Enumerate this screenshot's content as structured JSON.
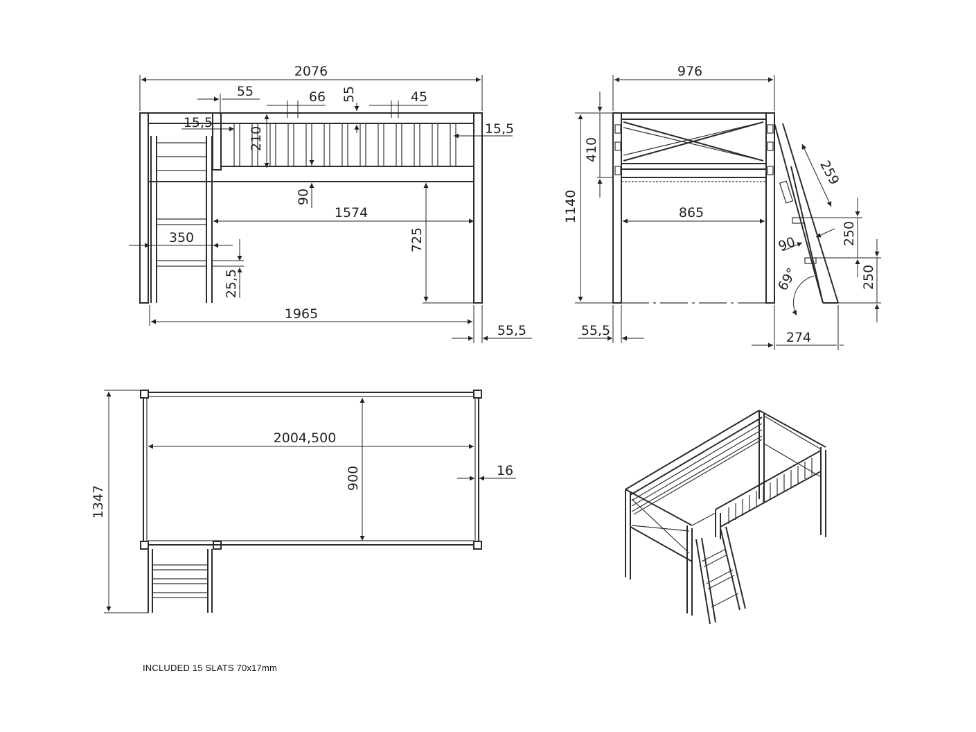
{
  "front_view": {
    "dims": {
      "overall_length": "2076",
      "post_gap": "55",
      "slat_pitch": "66",
      "slat_top": "55",
      "slat_gap": "45",
      "inset_left": "15,5",
      "inset_right": "15,5",
      "rail_height": "210",
      "rail_bottom": "90",
      "inner_length": "1574",
      "ladder_width": "350",
      "under_height": "725",
      "ladder_offset": "25,5",
      "base_length": "1965",
      "post_size": "55,5"
    }
  },
  "side_view": {
    "dims": {
      "overall_width": "976",
      "rail_height": "410",
      "overall_height": "1140",
      "inner_width": "865",
      "ladder_rung_length": "259",
      "rung_spacing_upper": "250",
      "rung_spacing_lower": "250",
      "ladder_depth": "90",
      "ladder_angle": "69°",
      "post_size": "55,5",
      "ladder_foot": "274"
    }
  },
  "top_view": {
    "dims": {
      "outer_length": "2004,500",
      "inner_width": "900",
      "overall_width": "1347",
      "rail_thickness": "16"
    }
  },
  "note": "INCLUDED 15 SLATS  70x17mm"
}
